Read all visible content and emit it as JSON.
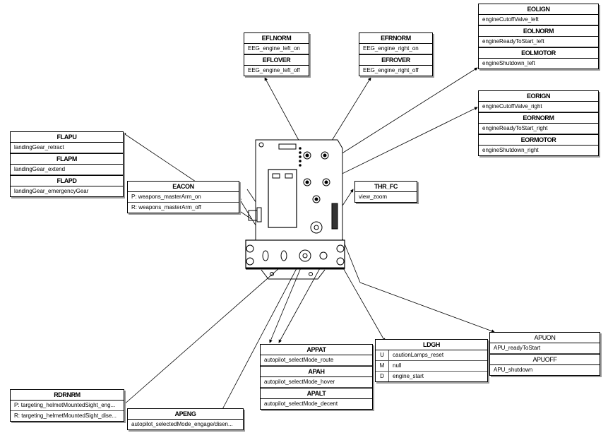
{
  "diagram": {
    "title": "Collective throttle control panel – binding map",
    "boxes": [
      {
        "id": "EFL",
        "groups": [
          {
            "name": "EFLNORM",
            "actions": [
              "EEG_engine_left_on"
            ]
          },
          {
            "name": "EFLOVER",
            "actions": [
              "EEG_engine_left_off"
            ]
          }
        ]
      },
      {
        "id": "EFR",
        "groups": [
          {
            "name": "EFRNORM",
            "actions": [
              "EEG_engine_right_on"
            ]
          },
          {
            "name": "EFROVER",
            "actions": [
              "EEG_engine_right_off"
            ]
          }
        ]
      },
      {
        "id": "EOL",
        "groups": [
          {
            "name": "EOLIGN",
            "actions": [
              "engineCutoffValve_left"
            ]
          },
          {
            "name": "EOLNORM",
            "actions": [
              "engineReadyToStart_left"
            ]
          },
          {
            "name": "EOLMOTOR",
            "actions": [
              "engineShutdown_left"
            ]
          }
        ]
      },
      {
        "id": "EOR",
        "groups": [
          {
            "name": "EORIGN",
            "actions": [
              "engineCutoffValve_right"
            ]
          },
          {
            "name": "EORNORM",
            "actions": [
              "engineReadyToStart_right"
            ]
          },
          {
            "name": "EORMOTOR",
            "actions": [
              "engineShutdown_right"
            ]
          }
        ]
      },
      {
        "id": "FLAP",
        "groups": [
          {
            "name": "FLAPU",
            "actions": [
              "landingGear_retract"
            ]
          },
          {
            "name": "FLAPM",
            "actions": [
              "landingGear_extend"
            ]
          },
          {
            "name": "FLAPD",
            "actions": [
              "landingGear_emergencyGear"
            ]
          }
        ]
      },
      {
        "id": "EACON",
        "groups": [
          {
            "name": "EACON",
            "actions": [
              "P: weapons_masterArm_on",
              "R: weapons_masterArm_off"
            ]
          }
        ]
      },
      {
        "id": "THR_FC",
        "groups": [
          {
            "name": "THR_FC",
            "actions": [
              "view_zoom"
            ]
          }
        ]
      },
      {
        "id": "AP",
        "groups": [
          {
            "name": "APPAT",
            "actions": [
              "autopilot_selectMode_route"
            ]
          },
          {
            "name": "APAH",
            "actions": [
              "autopilot_selectMode_hover"
            ]
          },
          {
            "name": "APALT",
            "actions": [
              "autopilot_selectMode_decent"
            ]
          }
        ]
      },
      {
        "id": "LDGH",
        "groups": [
          {
            "name": "LDGH",
            "keyed": [
              {
                "key": "U",
                "action": "cautionLamps_reset"
              },
              {
                "key": "M",
                "action": "null"
              },
              {
                "key": "D",
                "action": "engine_start"
              }
            ]
          }
        ]
      },
      {
        "id": "APU",
        "groups": [
          {
            "name": "APUON",
            "actions": [
              "APU_readyToStart"
            ]
          },
          {
            "name": "APUOFF",
            "actions": [
              "APU_shutdown"
            ]
          }
        ]
      },
      {
        "id": "RDRNRM",
        "groups": [
          {
            "name": "RDRNRM",
            "actions": [
              "P: targeting_helmetMountedSight_eng...",
              "R: targeting_helmetMountedSight_dise..."
            ]
          }
        ]
      },
      {
        "id": "APENG",
        "groups": [
          {
            "name": "APENG",
            "actions": [
              "autopilot_selectedMode_engage/disen..."
            ]
          }
        ]
      }
    ]
  }
}
